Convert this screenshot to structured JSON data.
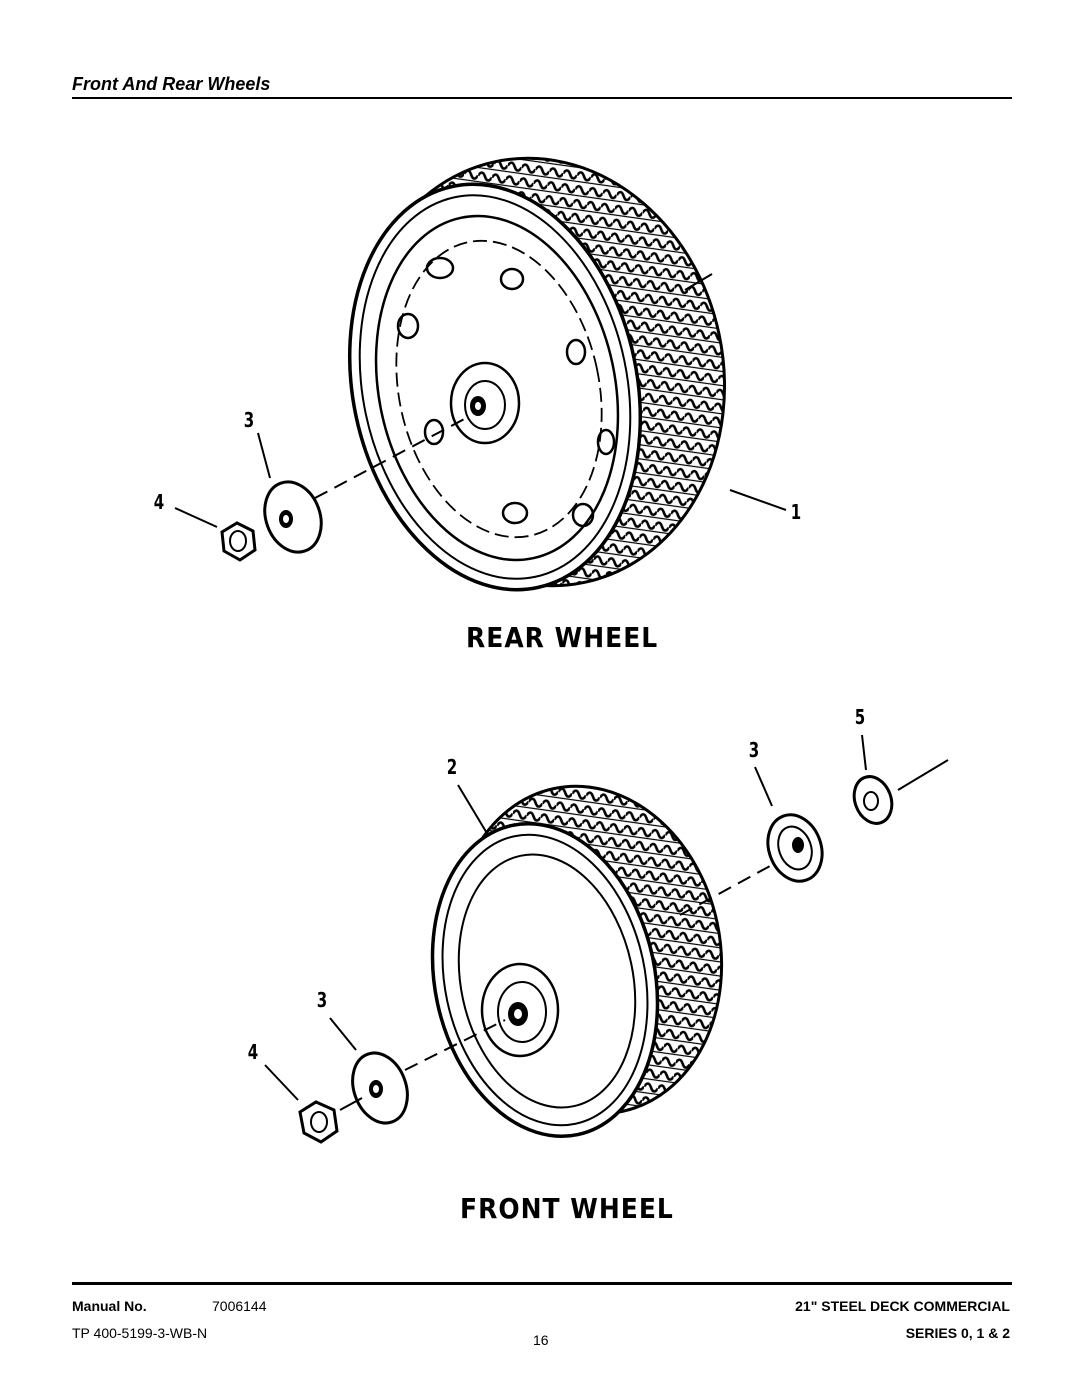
{
  "header": {
    "section_title": "Front And Rear Wheels"
  },
  "diagrams": {
    "rear": {
      "caption": "REAR WHEEL",
      "callouts": [
        "1",
        "3",
        "4"
      ]
    },
    "front": {
      "caption": "FRONT WHEEL",
      "callouts": [
        "2",
        "3",
        "5",
        "3",
        "4"
      ]
    }
  },
  "footer": {
    "manual_label": "Manual No.",
    "manual_number": "7006144",
    "tp_code": "TP 400-5199-3-WB-N",
    "page_number": "16",
    "product": "21\" STEEL DECK COMMERCIAL",
    "series": "SERIES 0, 1 & 2"
  }
}
